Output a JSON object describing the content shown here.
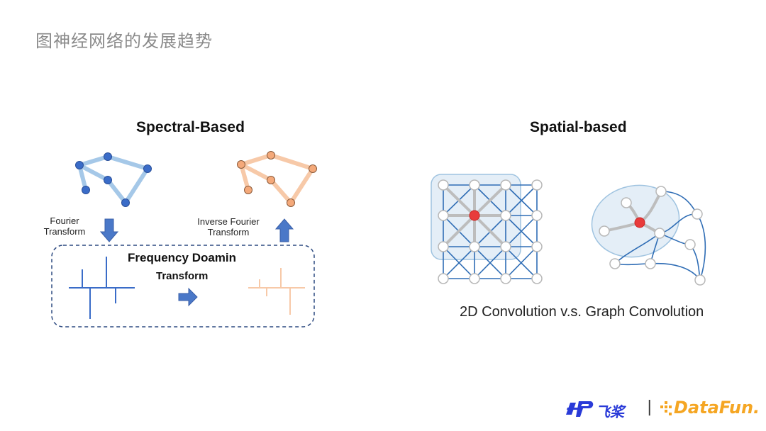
{
  "page_title": "图神经网络的发展趋势",
  "spectral": {
    "heading": "Spectral-Based",
    "fourier_label": "Fourier\nTransform",
    "inverse_label": "Inverse Fourier\nTransform",
    "box_title": "Frequency Doamin",
    "box_subtitle": "Transform"
  },
  "spatial": {
    "heading": "Spatial-based",
    "caption": "2D Convolution v.s. Graph Convolution"
  },
  "footer": {
    "brand_cn": "飞桨",
    "separator": "|",
    "brand_df": "DataFun."
  },
  "colors": {
    "blue_node": "#3a6cc8",
    "blue_edge": "#a5c8e8",
    "orange_node": "#f0a070",
    "orange_edge": "#f7c9a8",
    "grid_blue": "#2f6db5",
    "center_red": "#e83b3b",
    "brand_blue": "#2a3bd8",
    "brand_orange": "#f5a623"
  }
}
